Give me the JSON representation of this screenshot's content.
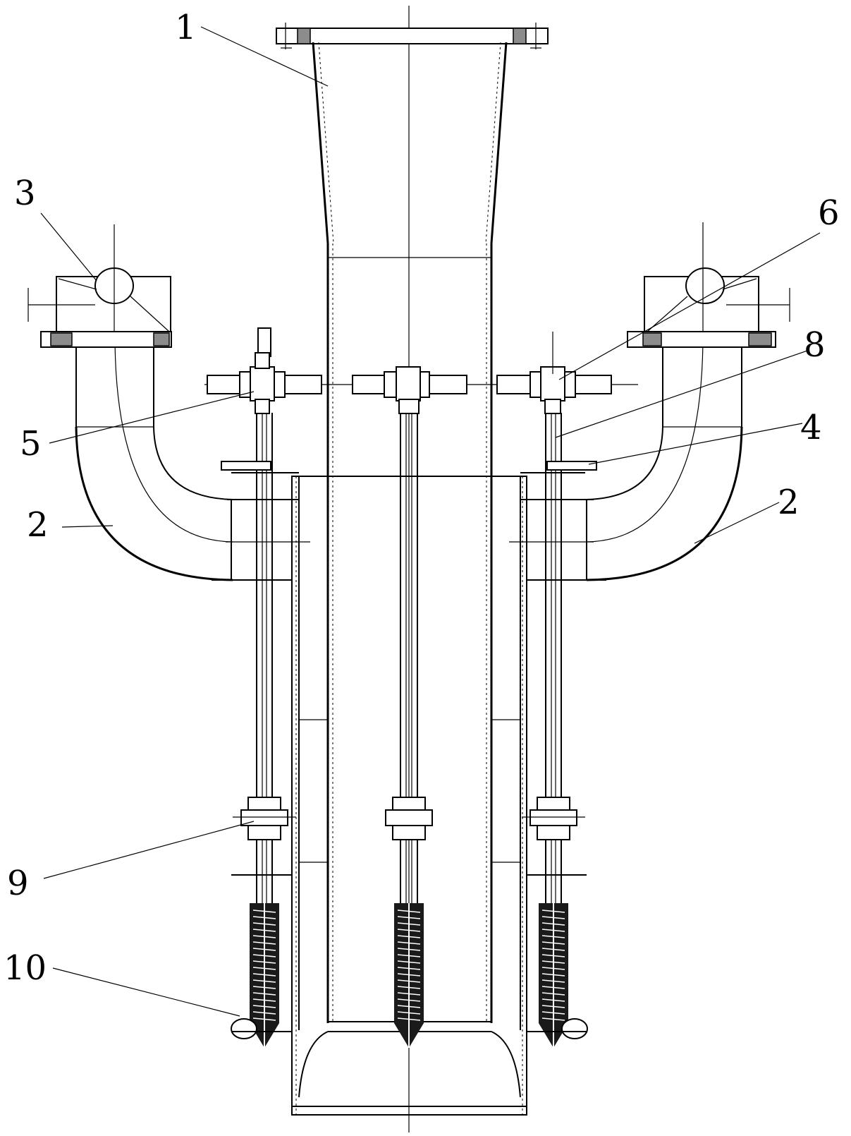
{
  "labels": [
    {
      "id": "1",
      "text": "1"
    },
    {
      "id": "2-left",
      "text": "2"
    },
    {
      "id": "2-right",
      "text": "2"
    },
    {
      "id": "3",
      "text": "3"
    },
    {
      "id": "4",
      "text": "4"
    },
    {
      "id": "5",
      "text": "5"
    },
    {
      "id": "6",
      "text": "6"
    },
    {
      "id": "8",
      "text": "8"
    },
    {
      "id": "9",
      "text": "9"
    },
    {
      "id": "10",
      "text": "10"
    }
  ]
}
